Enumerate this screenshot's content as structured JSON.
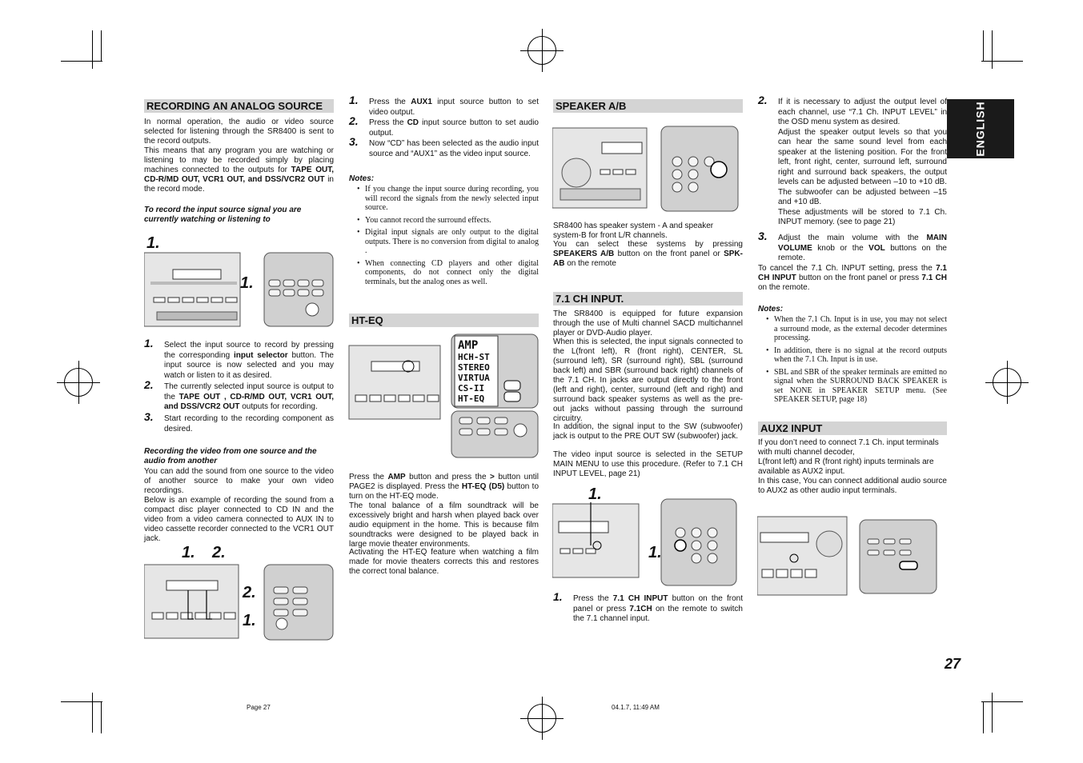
{
  "page": {
    "side_tab": "ENGLISH",
    "page_number": "27",
    "footer_left": "Page 27",
    "footer_right": "04.1.7, 11:49 AM"
  },
  "recording": {
    "title": "RECORDING AN ANALOG SOURCE",
    "intro_1": "In normal operation, the audio or video source selected for listening through the SR8400 is sent to the record outputs.",
    "intro_2_pre": "This means that any program you are watching or listening to may be recorded simply by placing machines connected to the outputs for ",
    "intro_2_bold": "TAPE OUT, CD-R/MD OUT, VCR1 OUT, and DSS/VCR2 OUT",
    "intro_2_post": " in the record mode.",
    "sub1": "To record the input source signal you are currently watching or listening to",
    "fig1_label_a": "1.",
    "fig1_label_b": "1.",
    "step1_num": "1.",
    "step1_pre": "Select the input source to record by pressing the corresponding ",
    "step1_bold": "input selector",
    "step1_post": " button. The input source is now selected and you may watch or listen to it as desired.",
    "step2_num": "2.",
    "step2_pre": "The currently selected input source is output to the ",
    "step2_bold": "TAPE OUT , CD-R/MD OUT, VCR1 OUT, and DSS/VCR2 OUT",
    "step2_post": " outputs for recording.",
    "step3_num": "3.",
    "step3_text": "Start recording to the recording component as desired.",
    "sub2": "Recording the video from one source and the audio from another",
    "para_a": "You can add the sound from one source to the video of another source to make your own video recordings.",
    "para_b": "Below is an example of recording the sound from a compact disc player connected to CD IN and the video from a video camera connected to AUX IN to video cassette recorder connected to the VCR1 OUT jack.",
    "fig2_label_a": "1.",
    "fig2_label_b": "2.",
    "fig2_label_c": "2.",
    "fig2_label_d": "1."
  },
  "col2": {
    "s1_num": "1.",
    "s1_pre": "Press the ",
    "s1_bold": "AUX1",
    "s1_post": " input source button to set video output.",
    "s2_num": "2.",
    "s2_pre": "Press the ",
    "s2_bold": "CD",
    "s2_post": " input source button to set audio output.",
    "s3_num": "3.",
    "s3_text": "Now “CD” has been selected as the audio input source and “AUX1” as the video input source.",
    "notes_title": "Notes:",
    "notes": [
      "If you change the input source during recording, you will record the signals from the newly selected input source.",
      "You cannot record the surround effects.",
      "Digital input signals are only output to the digital outputs. There is no conversion from digital to analog .",
      "When connecting CD players and other digital components, do not connect only the digital terminals, but the analog ones as well."
    ],
    "hteq_title": "HT-EQ",
    "hteq_lcd": [
      "AMP",
      "HCH-ST",
      "STEREO",
      "VIRTUA",
      "CS-II",
      "HT-EQ"
    ],
    "hteq_p1_pre": "Press the ",
    "hteq_p1_b1": "AMP",
    "hteq_p1_mid": " button and press the ",
    "hteq_p1_b2": ">",
    "hteq_p1_mid2": " button until PAGE2 is displayed. Press the ",
    "hteq_p1_b3": "HT-EQ (D5)",
    "hteq_p1_post": " button to turn on the HT-EQ mode.",
    "hteq_p2": "The tonal balance of a film soundtrack will be excessively bright and harsh when played back over audio equipment in the home. This is because film soundtracks were designed to be played back in large movie theater environments.",
    "hteq_p3": "Activating the HT-EQ feature when watching a film made for movie theaters corrects this and restores the correct tonal balance."
  },
  "col3": {
    "spk_title": "SPEAKER A/B",
    "spk_p1": "SR8400 has speaker system - A and speaker system-B for front L/R channels.",
    "spk_p2_pre": "You can select these systems by pressing ",
    "spk_p2_b1": "SPEAKERS A/B",
    "spk_p2_mid": " button on the front panel or ",
    "spk_p2_b2": "SPK- AB",
    "spk_p2_post": " on the remote",
    "ch71_title": "7.1 CH INPUT.",
    "ch71_p1": "The SR8400 is equipped for future expansion through the use of Multi channel SACD multichannel player or DVD-Audio player.",
    "ch71_p2": "When this is selected, the input signals connected to the L(front left), R (front right), CENTER, SL (surround left), SR (surround right), SBL (surround back left) and SBR (surround back right) channels of the 7.1 CH. In jacks are output directly to the front (left and right), center, surround (left and right) and surround back speaker systems as well as the pre-out jacks without passing through the surround circuitry.",
    "ch71_p3": "In addition, the signal input to the SW (subwoofer) jack is output to the PRE OUT SW (subwoofer) jack.",
    "ch71_p4": "The video input source is selected in the SETUP MAIN MENU to use this procedure. (Refer to 7.1 CH INPUT LEVEL, page 21)",
    "fig_label_a": "1.",
    "fig_label_b": "1.",
    "st_num": "1.",
    "st_pre": "Press the ",
    "st_b1": "7.1 CH INPUT",
    "st_mid": " button on the front panel or press ",
    "st_b2": "7.1CH",
    "st_post": " on the remote to switch the 7.1 channel input."
  },
  "col4": {
    "s2_num": "2.",
    "s2_text": "If it is necessary to adjust the output level of each channel, use “7.1 Ch. INPUT LEVEL” in the OSD menu system as desired.",
    "s2_text2": "Adjust the speaker output levels so that you can hear the same sound level from each speaker at the listening position. For the front left, front right, center, surround left, surround right and surround back speakers, the output levels can be adjusted between –10 to +10 dB. The subwoofer can be adjusted between –15 and +10 dB.",
    "s2_text3": "These adjustments will be stored to 7.1 Ch. INPUT memory.  (see to page 21)",
    "s3_num": "3.",
    "s3_pre": "Adjust the main volume with the ",
    "s3_b1": "MAIN VOLUME",
    "s3_mid": " knob or the ",
    "s3_b2": "VOL",
    "s3_post": " buttons on the remote.",
    "cancel_pre": "To cancel the 7.1 Ch. INPUT setting, press the ",
    "cancel_b1": "7.1 CH INPUT",
    "cancel_mid": " button on the front panel or press ",
    "cancel_b2": "7.1 CH",
    "cancel_post": " on the remote.",
    "notes_title": "Notes:",
    "notes": [
      "When the 7.1 Ch. Input is in use, you may not select a surround mode, as the external decoder determines processing.",
      "In addition, there is no signal at the record outputs when the 7.1 Ch. Input is in use.",
      "SBL and SBR of the speaker terminals are emitted no signal when the SURROUND BACK SPEAKER is set NONE in SPEAKER SETUP menu. (See SPEAKER SETUP, page 18)"
    ],
    "aux2_title": "AUX2 INPUT",
    "aux2_p1": "If you don’t need to connect 7.1 Ch. input terminals with multi channel decoder,",
    "aux2_p2": "L(front left) and R (front right) inputs terminals are available as AUX2 input.",
    "aux2_p3": "In this case, You can connect additional audio source to AUX2 as other audio input terminals."
  }
}
